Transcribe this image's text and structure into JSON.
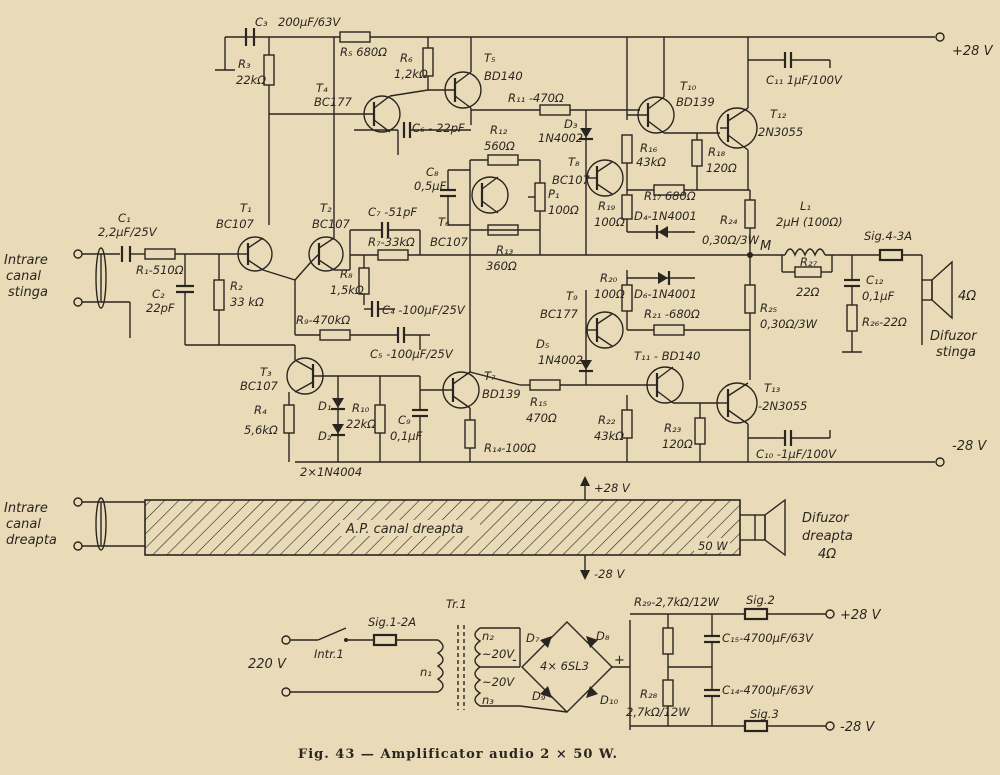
{
  "caption": "Fig. 43 — Amplificator audio 2 × 50 W.",
  "labels": {
    "input_left": [
      "Intrare",
      "canal",
      "stinga"
    ],
    "input_right": [
      "Intrare",
      "canal",
      "dreapta"
    ],
    "speaker_left": [
      "Difuzor",
      "stinga"
    ],
    "speaker_right": [
      "Difuzor",
      "dreapta",
      "4Ω"
    ],
    "amp_block": "A.P. canal dreapta",
    "amp_power": "50 W",
    "plus28": "+28 V",
    "minus28": "-28 V",
    "mains": "220 V",
    "node_M": "M",
    "speaker_imp": "4Ω"
  },
  "components": {
    "C1": "C₁",
    "C1v": "2,2μF/25V",
    "R1": "R₁-510Ω",
    "C2": "C₂",
    "C2v": "22pF",
    "R2": "R₂",
    "R2v": "33 kΩ",
    "R3": "R₃",
    "R3v": "22kΩ",
    "C3": "C₃",
    "C3v": "200μF/63V",
    "R5": "R₅ 680Ω",
    "R6": "R₆",
    "R6v": "1,2kΩ",
    "T1": "T₁",
    "T1t": "BC107",
    "T2": "T₂",
    "T2t": "BC107",
    "T3": "T₃",
    "T3t": "BC107",
    "T4": "T₄",
    "T4t": "BC177",
    "T5": "T₅",
    "T5t": "BD140",
    "T6": "T₆",
    "T6t": "BC107",
    "T7": "T₇",
    "T7t": "BD139",
    "T8": "T₈",
    "T8t": "BC107",
    "T9": "T₉",
    "T9t": "BC177",
    "T10": "T₁₀",
    "T10t": "BD139",
    "T11": "T₁₁ - BD140",
    "T12": "T₁₂",
    "T12t": "2N3055",
    "T13": "T₁₃",
    "T13t": "-2N3055",
    "C6": "C₆ - 22pF",
    "R11": "R₁₁ -470Ω",
    "D3": "D₃",
    "D3t": "1N4002",
    "R12": "R₁₂",
    "R12v": "560Ω",
    "C8": "C₈",
    "C8v": "0,5μF",
    "P1": "P₁",
    "P1v": "100Ω",
    "R13": "R₁₃",
    "R13v": "360Ω",
    "C7": "C₇ -51pF",
    "R7": "R₇-33kΩ",
    "R8": "R₈",
    "R8v": "1,5kΩ",
    "C4": "C₄ -100μF/25V",
    "R9": "R₉-470kΩ",
    "C5": "C₅ -100μF/25V",
    "R4": "R₄",
    "R4v": "5,6kΩ",
    "D1": "D₁",
    "D2": "D₂",
    "R10": "R₁₀",
    "R10v": "22kΩ",
    "C9": "C₉",
    "C9v": "0,1μF",
    "D12": "2×1N4004",
    "R14": "R₁₄-100Ω",
    "R15": "R₁₅",
    "R15v": "470Ω",
    "D5": "D₅",
    "D5t": "1N4002",
    "R16": "R₁₆",
    "R16v": "43kΩ",
    "R17": "R₁₇ 680Ω",
    "R18": "R₁₈",
    "R18v": "120Ω",
    "R19": "R₁₉",
    "R19v": "100Ω",
    "D4": "D₄-1N4001",
    "R24": "R₂₄",
    "R24v": "0,30Ω/3W",
    "C11": "C₁₁ 1μF/100V",
    "L1": "L₁",
    "L1v": "2μH (100Ω)",
    "R27": "R₂₇",
    "R27v": "22Ω",
    "Sig4": "Sig.4-3A",
    "C12": "C₁₂",
    "C12v": "0,1μF",
    "R26": "R₂₆-22Ω",
    "R20": "R₂₀",
    "R20v": "100Ω",
    "D6": "D₆-1N4001",
    "R21": "R₂₁ -680Ω",
    "R25": "R₂₅",
    "R25v": "0,30Ω/3W",
    "R22": "R₂₂",
    "R22v": "43kΩ",
    "R23": "R₂₃",
    "R23v": "120Ω",
    "C10": "C₁₀ -1μF/100V",
    "Tr1": "Tr.1",
    "Sig1": "Sig.1-2A",
    "Intr1": "Intr.1",
    "n1": "n₁",
    "n2": "n₂",
    "n3": "n₃",
    "v20a": "~20V",
    "v20b": "~20V",
    "D7": "D₇",
    "D8": "D₈",
    "D9": "D₉",
    "D10": "D₁₀",
    "bridge": "4× 6SL3",
    "R29": "R₂₉-2,7kΩ/12W",
    "R28": "R₂₈",
    "R28v": "2,7kΩ/12W",
    "Sig2": "Sig.2",
    "Sig3": "Sig.3",
    "C15": "C₁₅-4700μF/63V",
    "C14": "C₁₄-4700μF/63V",
    "minus": "-",
    "plus": "+"
  }
}
